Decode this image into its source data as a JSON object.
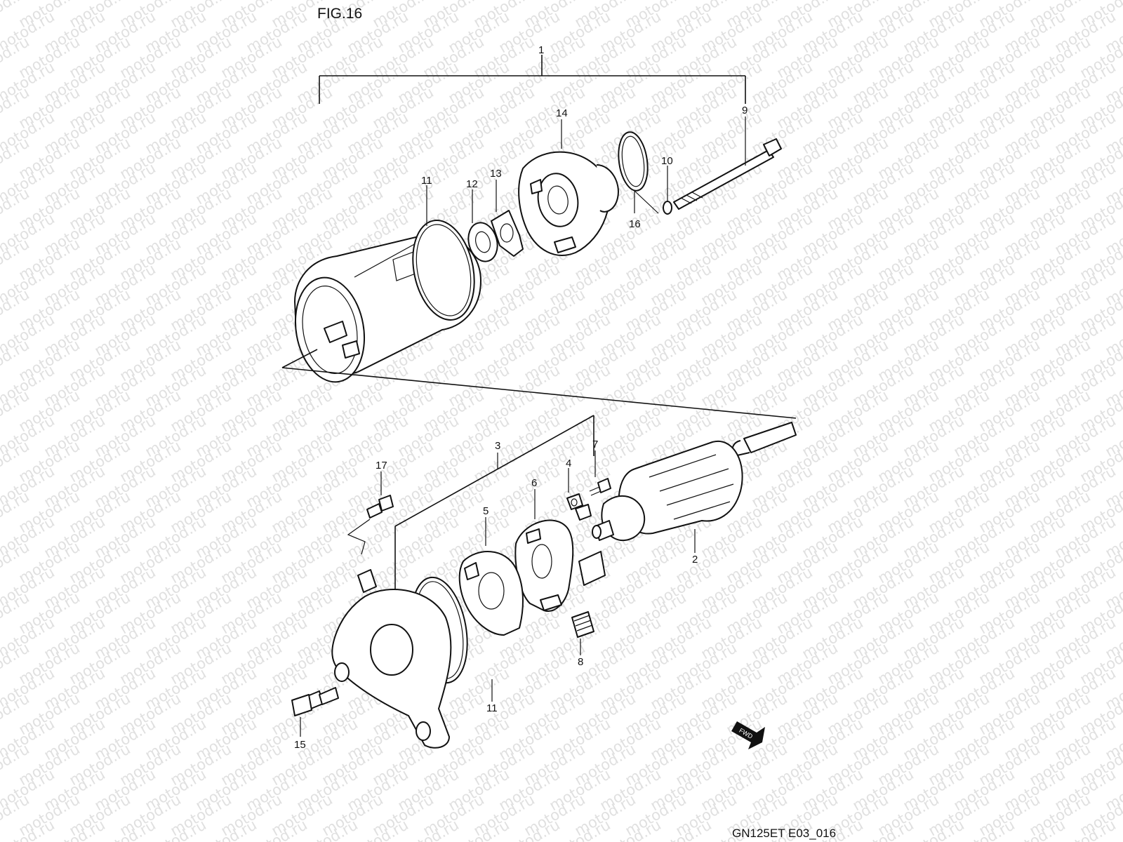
{
  "figure": {
    "title": "FIG.16"
  },
  "reference": "GN125ET E03_016",
  "watermark": "motod.ru",
  "fwd_label": "FWD",
  "callouts": {
    "c1": "1",
    "c2": "2",
    "c3": "3",
    "c4": "4",
    "c5": "5",
    "c6": "6",
    "c7": "7",
    "c8": "8",
    "c9": "9",
    "c10": "10",
    "c11a": "11",
    "c11b": "11",
    "c12": "12",
    "c13": "13",
    "c14": "14",
    "c15": "15",
    "c16": "16",
    "c17": "17"
  }
}
